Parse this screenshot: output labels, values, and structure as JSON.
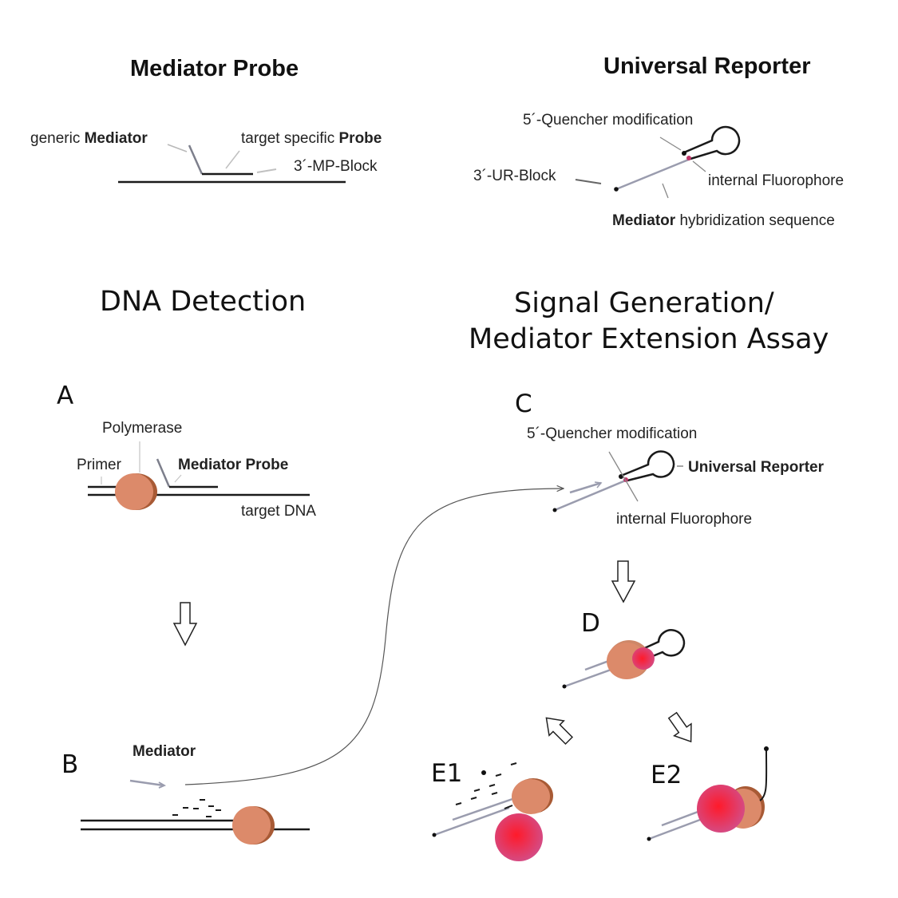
{
  "sections": {
    "mediator_probe": {
      "title": "Mediator Probe",
      "labels": {
        "generic_prefix": "generic ",
        "generic_bold": "Mediator",
        "target_prefix": "target specific ",
        "target_bold": "Probe",
        "block": "3´-MP-Block"
      }
    },
    "universal_reporter": {
      "title": "Universal Reporter",
      "labels": {
        "quencher": "5´-Quencher modification",
        "ur_block": "3´-UR-Block",
        "fluorophore": "internal Fluorophore",
        "hybrid_bold": "Mediator",
        "hybrid_suffix": " hybridization sequence"
      }
    },
    "dna_detection": {
      "title": "DNA Detection",
      "panel_a": {
        "letter": "A",
        "polymerase": "Polymerase",
        "primer": "Primer",
        "mediator_probe": "Mediator Probe",
        "target_dna": "target DNA"
      },
      "panel_b": {
        "letter": "B",
        "mediator": "Mediator"
      }
    },
    "signal_generation": {
      "title_line1": "Signal Generation/",
      "title_line2": "Mediator Extension Assay",
      "panel_c": {
        "letter": "C",
        "quencher": "5´-Quencher modification",
        "universal_reporter": "Universal Reporter",
        "fluorophore": "internal Fluorophore"
      },
      "panel_d": {
        "letter": "D"
      },
      "panel_e1": {
        "letter": "E1"
      },
      "panel_e2": {
        "letter": "E2"
      }
    }
  },
  "colors": {
    "strand_dark": "#1a1a1a",
    "strand_gray": "#9a9cae",
    "polymerase": "#dc8a6a",
    "polymerase_edge": "#a85a35",
    "fluorophore": "#c0366a",
    "fluor_glow_center": "#ff2030",
    "fluor_glow_edge": "#d8407a",
    "leader": "#b0b0b0"
  }
}
